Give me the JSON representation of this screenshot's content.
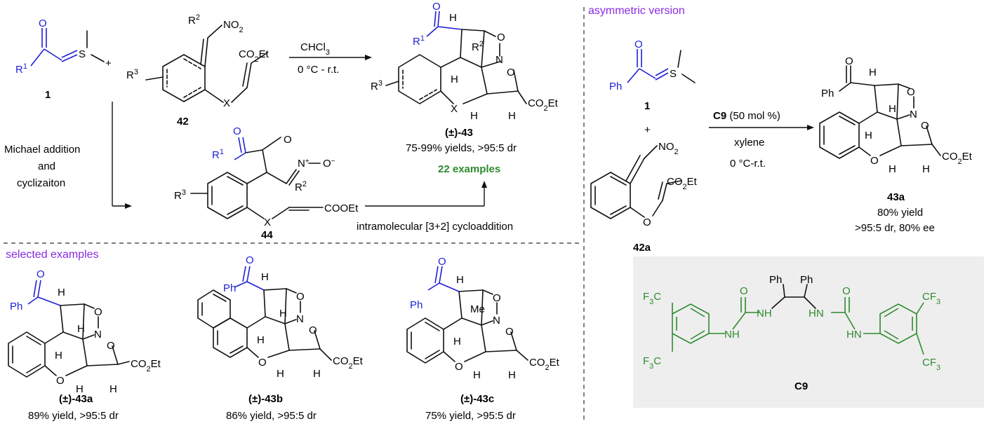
{
  "colors": {
    "blue": "#1f1fd6",
    "green": "#2e8b2e",
    "purple": "#8a2be2",
    "catalyst_box": "#eeeeee"
  },
  "section_labels": {
    "asymmetric": "asymmetric version",
    "selected": "selected examples"
  },
  "scheme": {
    "ylide_r": "R",
    "ylide_r_sup": "1",
    "ylide_s": "S",
    "ylide_num": "1",
    "plus": "+",
    "nitro_r": "R",
    "nitro_r_sup": "2",
    "nitro_no2": "NO",
    "nitro_no2_sub": "2",
    "ester_co2et": "CO",
    "ester_co2et_sub": "2",
    "ester_et": "Et",
    "r3": "R",
    "r3_sup": "3",
    "x": "X",
    "substrate_num": "42",
    "cond_top": "CHCl",
    "cond_top_sub": "3",
    "cond_bottom": "0 °C - r.t.",
    "left_label": [
      "Michael addition",
      "and",
      "cyclizaiton"
    ],
    "int_num": "44",
    "int_ester": "COOEt",
    "int_nplus": "N",
    "int_ominus": "O",
    "cyclo_label": "intramolecular [3+2] cycloaddition",
    "product_num": "(±)-43",
    "product_yield": "75-99% yields, >95:5 dr",
    "product_examples": "22 examples"
  },
  "asym": {
    "ph": "Ph",
    "s": "S",
    "ylide_num": "1",
    "plus": "+",
    "nitro": "NO",
    "nitro_sub": "2",
    "co2et": "CO",
    "co2et_sub": "2",
    "et": "Et",
    "o": "O",
    "substrate_num": "42a",
    "cond_cat": "C9",
    "cond_cat_loading": " (50 mol %)",
    "cond_solvent": "xylene",
    "cond_temp": "0 °C-r.t.",
    "product_num": "43a",
    "product_yield": "80% yield",
    "product_sel": ">95:5 dr, 80% ee"
  },
  "catalyst": {
    "name": "C9",
    "ph_left": "Ph",
    "ph_right": "Ph",
    "cf3": "CF",
    "cf3_sub": "3",
    "f3c": "F",
    "f3c_sub": "3",
    "c": "C",
    "nh": "NH",
    "hn": "HN",
    "o": "O"
  },
  "examples": [
    {
      "label": "(±)-43a",
      "result": "89% yield, >95:5 dr"
    },
    {
      "label": "(±)-43b",
      "result": "86% yield, >95:5 dr"
    },
    {
      "label": "(±)-43c",
      "result": "75% yield, >95:5 dr"
    }
  ],
  "atoms": {
    "H": "H",
    "O": "O",
    "N": "N",
    "Me": "Me",
    "Ph": "Ph",
    "co2et": "CO",
    "co2et_sub": "2",
    "et": "Et"
  }
}
